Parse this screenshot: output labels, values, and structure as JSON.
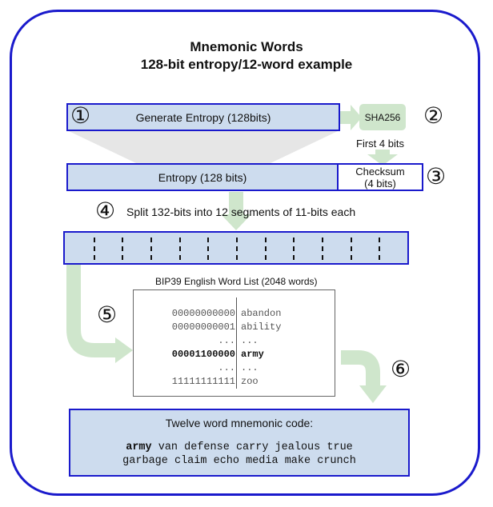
{
  "title": {
    "line1": "Mnemonic Words",
    "line2": "128-bit entropy/12-word example"
  },
  "steps": {
    "s1": "①",
    "s2": "②",
    "s3": "③",
    "s4": "④",
    "s5": "⑤",
    "s6": "⑥"
  },
  "generate_entropy": "Generate Entropy (128bits)",
  "sha256": "SHA256",
  "first_bits": "First 4 bits",
  "entropy": "Entropy (128 bits)",
  "checksum": {
    "line1": "Checksum",
    "line2": "(4 bits)"
  },
  "split_label": "Split 132-bits into 12 segments of 11-bits each",
  "segments_count": 12,
  "wordlist": {
    "title": "BIP39 English Word List (2048 words)",
    "rows": [
      {
        "bits": "00000000000",
        "word": "abandon"
      },
      {
        "bits": "00000000001",
        "word": "ability"
      },
      {
        "bits": "...",
        "word": "..."
      },
      {
        "bits": "00001100000",
        "word": "army"
      },
      {
        "bits": "...",
        "word": "..."
      },
      {
        "bits": "11111111111",
        "word": "zoo"
      }
    ]
  },
  "mnemonic": {
    "header": "Twelve word mnemonic code:",
    "first_word": "army",
    "line1_rest": " van defense carry jealous true",
    "line2": "garbage claim echo media make crunch"
  },
  "colors": {
    "border_blue": "#1a1acc",
    "box_fill": "#cddcee",
    "arrow_green": "#cfe6cc",
    "funnel_gray": "#e6e6e6"
  }
}
